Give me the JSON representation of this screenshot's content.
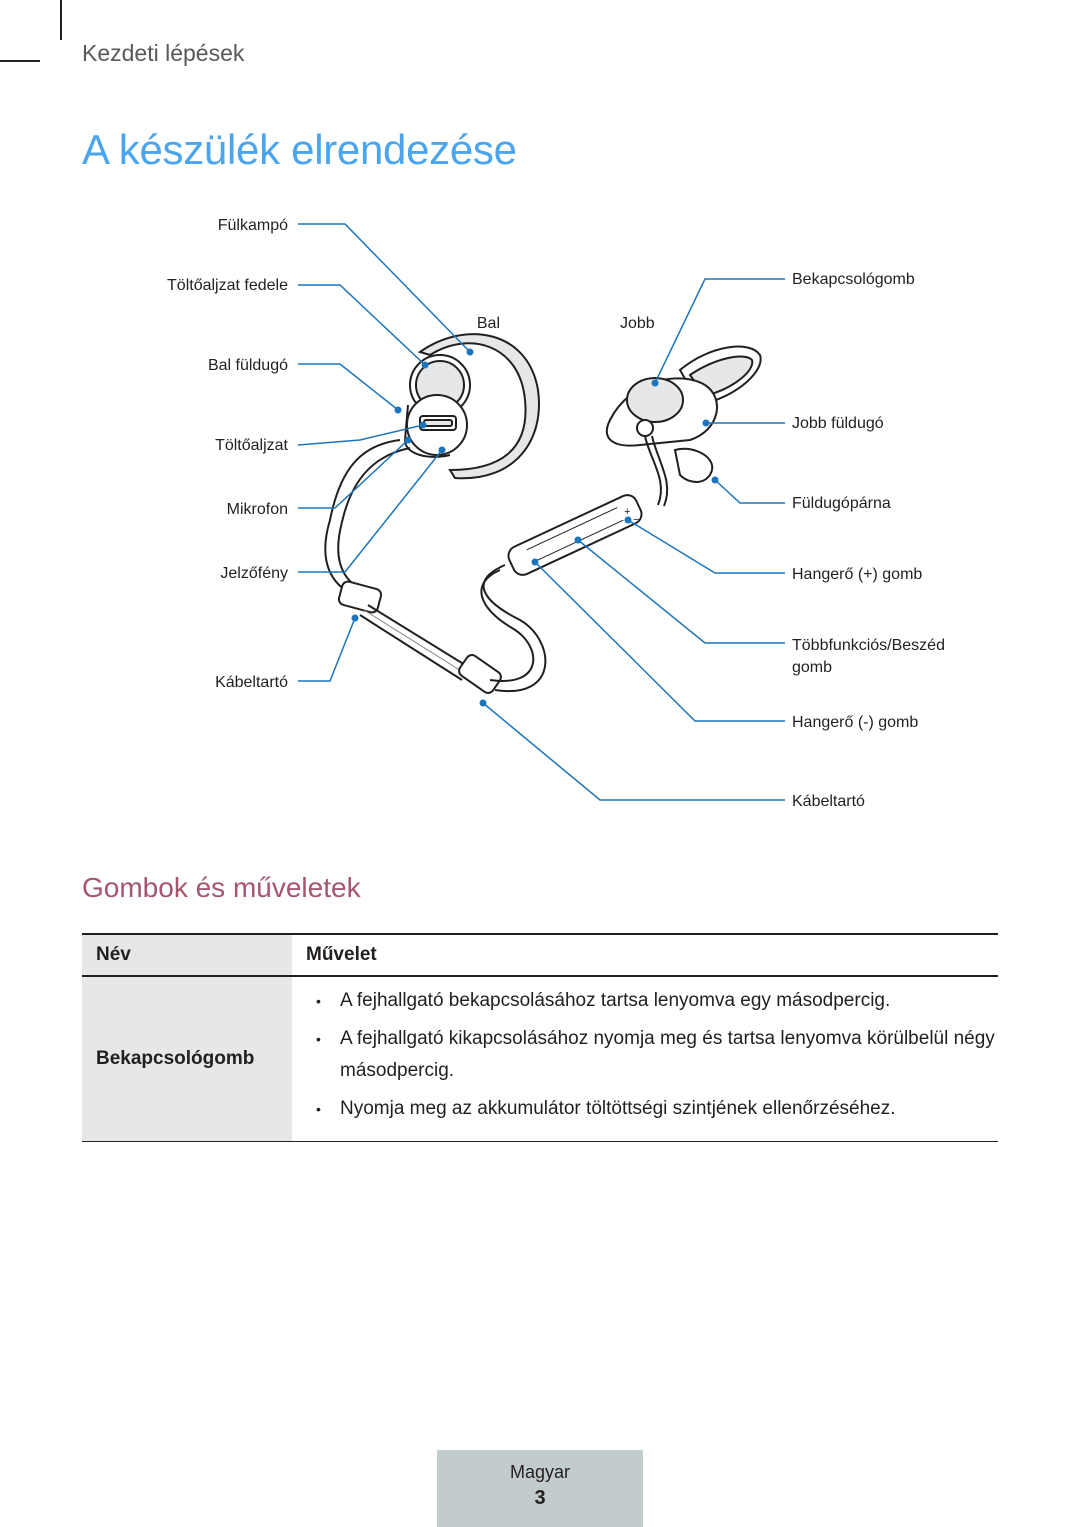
{
  "header": {
    "section": "Kezdeti lépések"
  },
  "title": "A készülék elrendezése",
  "diagram": {
    "side_left": "Bal",
    "side_right": "Jobb",
    "callouts_left": [
      "Fülkampó",
      "Töltőaljzat fedele",
      "Bal füldugó",
      "Töltőaljzat",
      "Mikrofon",
      "Jelzőfény",
      "Kábeltartó"
    ],
    "callouts_right": [
      "Bekapcsológomb",
      "Jobb füldugó",
      "Füldugópárna",
      "Hangerő (+) gomb",
      "Többfunkciós/Beszéd",
      "gomb",
      "Hangerő (-) gomb",
      "Kábeltartó"
    ],
    "remote_marks": [
      "+",
      "−"
    ],
    "accent_color": "#1c75bc"
  },
  "subtitle": "Gombok és műveletek",
  "table": {
    "headers": [
      "Név",
      "Művelet"
    ],
    "rows": [
      {
        "name": "Bekapcsológomb",
        "actions": [
          "A fejhallgató bekapcsolásához tartsa lenyomva egy másodpercig.",
          "A fejhallgató kikapcsolásához nyomja meg és tartsa lenyomva körülbelül négy másodpercig.",
          "Nyomja meg az akkumulátor töltöttségi szintjének ellenőrzéséhez."
        ]
      }
    ]
  },
  "footer": {
    "language": "Magyar",
    "page": "3"
  },
  "colors": {
    "title": "#4aa5ee",
    "subtitle": "#a6566c",
    "table_shade": "#e6e7e8",
    "footer_box": "#c2cccc"
  }
}
